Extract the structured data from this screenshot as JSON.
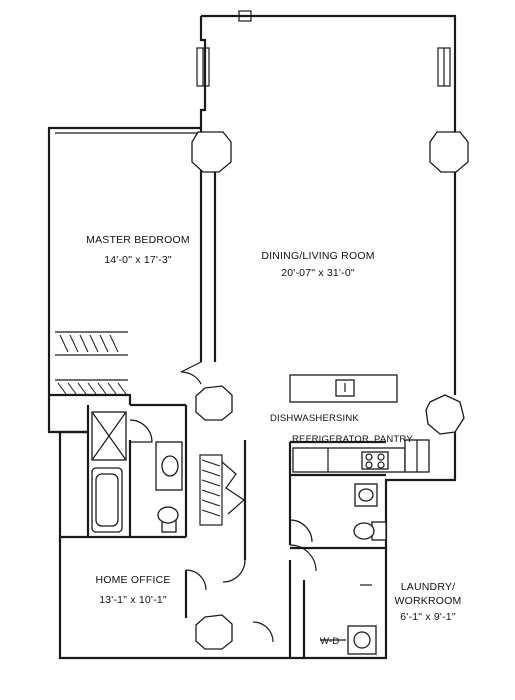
{
  "rooms": {
    "master_bedroom": {
      "name": "MASTER BEDROOM",
      "size": "14'-0\" x 17'-3\""
    },
    "dining_living": {
      "name": "DINING/LIVING ROOM",
      "size": "20'-07\" x 31'-0\""
    },
    "home_office": {
      "name": "HOME OFFICE",
      "size": "13'-1\" x 10'-1\""
    },
    "laundry": {
      "name_line1": "LAUNDRY/",
      "name_line2": "WORKROOM",
      "size": "6'-1\" x 9'-1\""
    }
  },
  "fixtures": {
    "dishwasher": "DISHWASHER",
    "sink": "SINK",
    "refrigerator": "REFRIGERATOR",
    "pantry": "PANTRY",
    "wd": "W-D"
  }
}
